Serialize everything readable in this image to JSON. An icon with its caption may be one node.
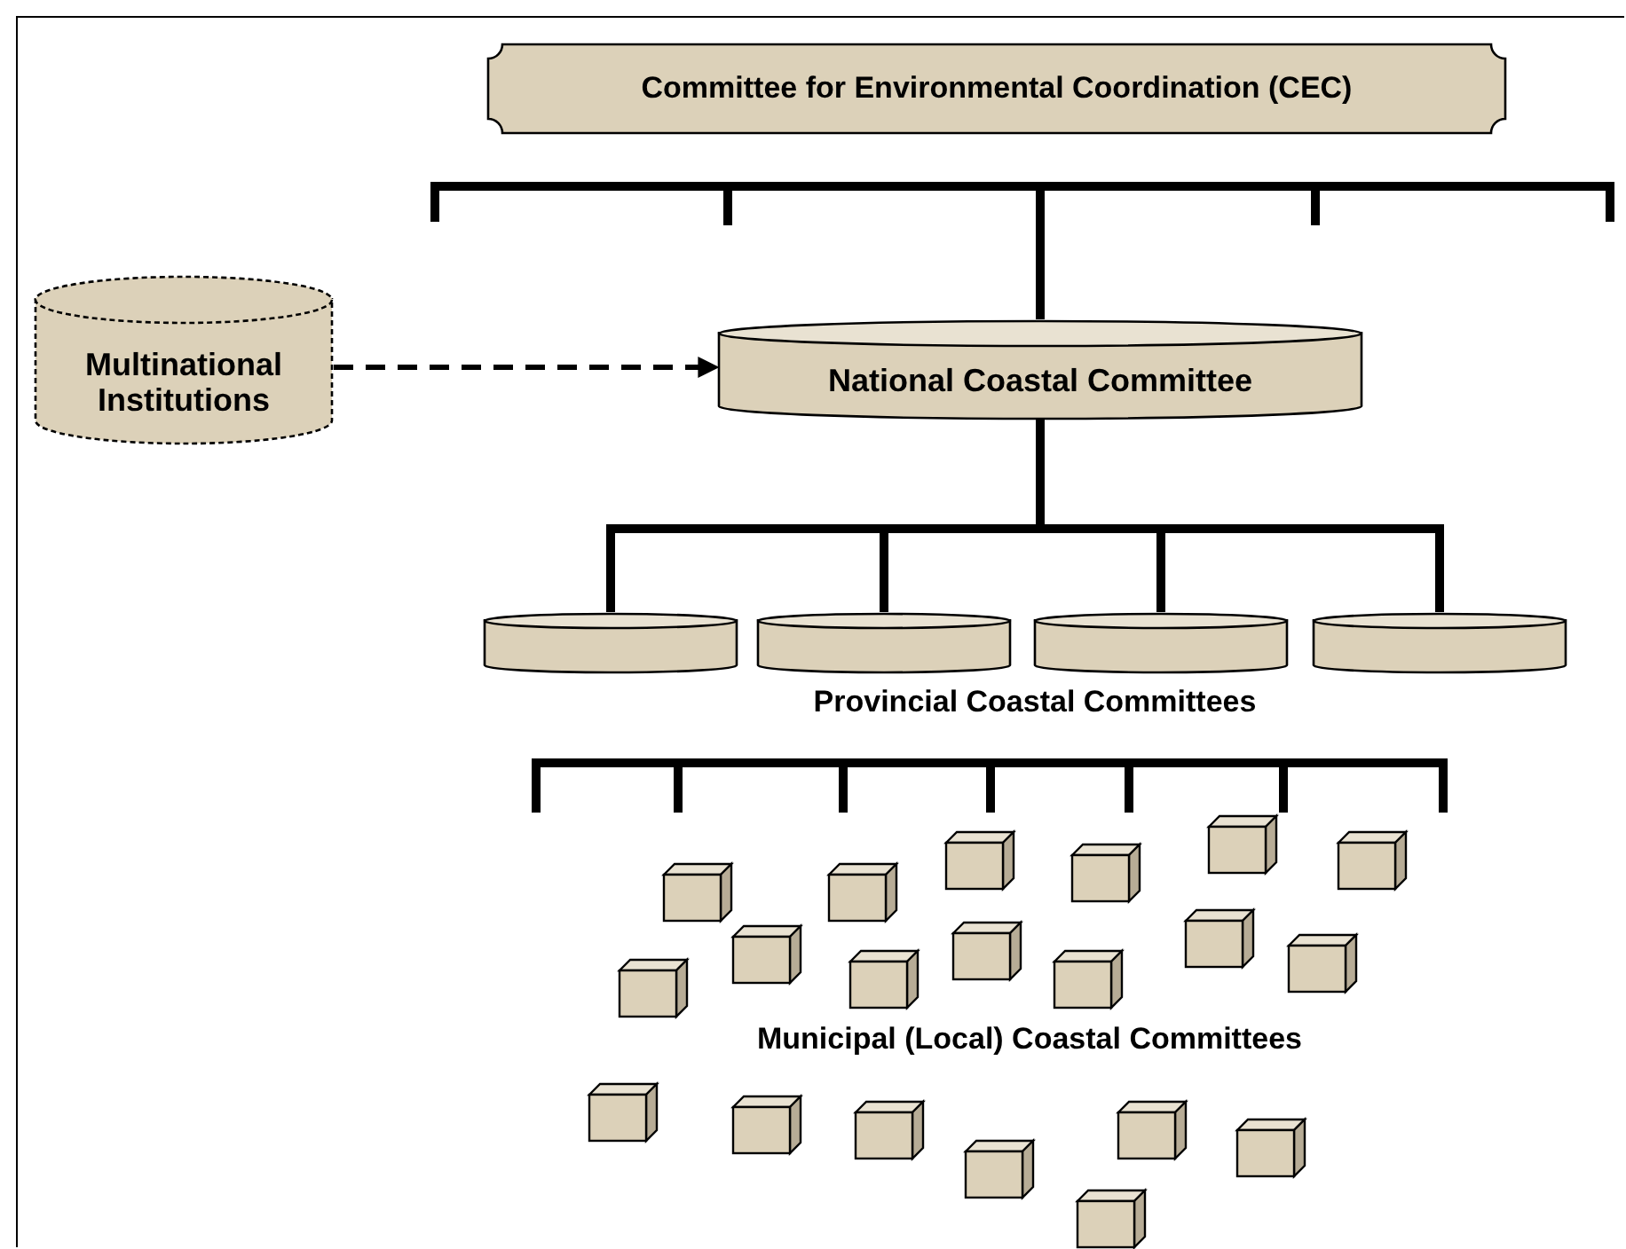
{
  "diagram": {
    "nodes": [
      {
        "text": [
          "Committee for Environmental Coordination (CEC)"
        ]
      },
      {
        "text": [
          "Multinational Institutions"
        ]
      },
      {
        "text": [
          "National Coastal Committee"
        ]
      },
      {
        "text": [],
        "shape": "cylinder"
      },
      {
        "text": [],
        "shape": "cylinder"
      },
      {
        "text": [],
        "shape": "cylinder"
      },
      {
        "text": [],
        "shape": "cylinder"
      },
      {
        "text": [],
        "shape": "box"
      },
      {
        "text": [],
        "shape": "box"
      },
      {
        "text": [],
        "shape": "box"
      },
      {
        "text": [],
        "shape": "box"
      },
      {
        "text": [],
        "shape": "box"
      },
      {
        "text": [],
        "shape": "box"
      },
      {
        "text": [],
        "shape": "box"
      },
      {
        "text": [],
        "shape": "box"
      },
      {
        "text": [],
        "shape": "box"
      },
      {
        "text": [],
        "shape": "box"
      },
      {
        "text": [],
        "shape": "box"
      },
      {
        "text": [],
        "shape": "box"
      },
      {
        "text": [],
        "shape": "box"
      },
      {
        "text": [],
        "shape": "box"
      },
      {
        "text": [],
        "shape": "box"
      },
      {
        "text": [],
        "shape": "box"
      },
      {
        "text": [],
        "shape": "box"
      },
      {
        "text": [],
        "shape": "box"
      },
      {
        "text": [],
        "shape": "box"
      },
      {
        "text": [],
        "shape": "box"
      },
      {
        "text": [],
        "shape": "bar"
      }
    ],
    "edges": [
      {
        "from": 27,
        "to": 2,
        "arrow": "none"
      },
      {
        "from": 1,
        "to": 2,
        "arrow": "to",
        "style": "dashed"
      },
      {
        "from": 2,
        "to": 3,
        "arrow": "none"
      },
      {
        "from": 2,
        "to": 4,
        "arrow": "none"
      },
      {
        "from": 2,
        "to": 5,
        "arrow": "none"
      },
      {
        "from": 2,
        "to": 6,
        "arrow": "none"
      }
    ],
    "labels": [
      "Provincial Coastal Committees",
      "Municipal (Local) Coastal Committees"
    ]
  }
}
